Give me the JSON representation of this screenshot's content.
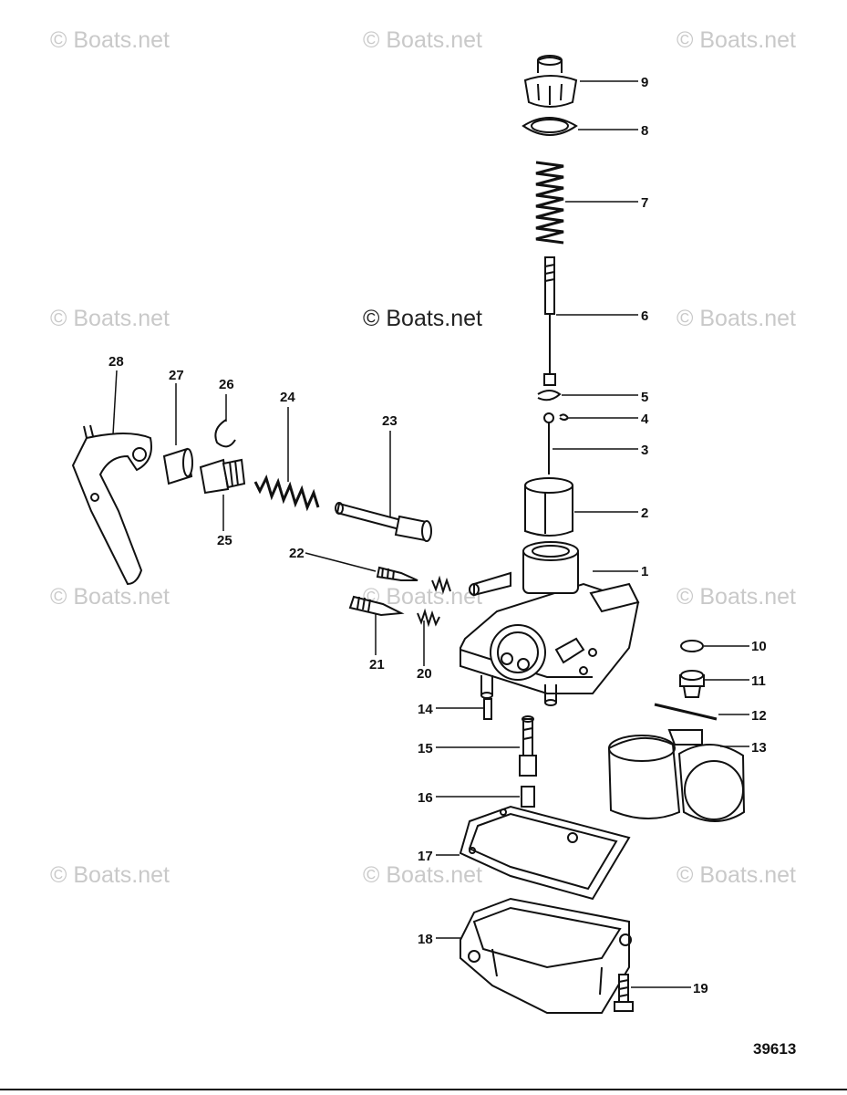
{
  "watermark": "© Boats.net",
  "diagram_number": "39613",
  "parts": [
    {
      "label": "1"
    },
    {
      "label": "2"
    },
    {
      "label": "3"
    },
    {
      "label": "4"
    },
    {
      "label": "5"
    },
    {
      "label": "6"
    },
    {
      "label": "7"
    },
    {
      "label": "8"
    },
    {
      "label": "9"
    },
    {
      "label": "10"
    },
    {
      "label": "11"
    },
    {
      "label": "12"
    },
    {
      "label": "13"
    },
    {
      "label": "14"
    },
    {
      "label": "15"
    },
    {
      "label": "16"
    },
    {
      "label": "17"
    },
    {
      "label": "18"
    },
    {
      "label": "19"
    },
    {
      "label": "20"
    },
    {
      "label": "21"
    },
    {
      "label": "22"
    },
    {
      "label": "23"
    },
    {
      "label": "24"
    },
    {
      "label": "25"
    },
    {
      "label": "26"
    },
    {
      "label": "27"
    },
    {
      "label": "28"
    }
  ]
}
